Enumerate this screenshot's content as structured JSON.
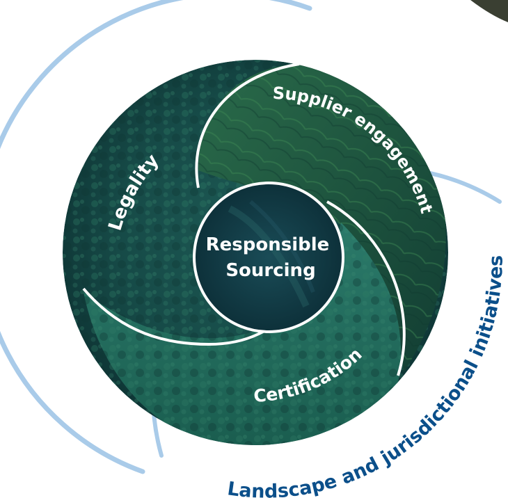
{
  "diagram": {
    "center": {
      "line1": "Responsible",
      "line2": "Sourcing"
    },
    "segments": {
      "legality": "Legality",
      "supplier": "Supplier engagement",
      "certification": "Certification"
    },
    "outer_label": "Landscape and jurisdictional initiatives"
  },
  "colors": {
    "ring_light_blue": "#a9cbe9",
    "outer_label_blue": "#0b4f8a",
    "forest_dark": "#0f3b3a",
    "forest_mid": "#1f5f57",
    "forest_light": "#2d7a66",
    "white": "#ffffff"
  }
}
